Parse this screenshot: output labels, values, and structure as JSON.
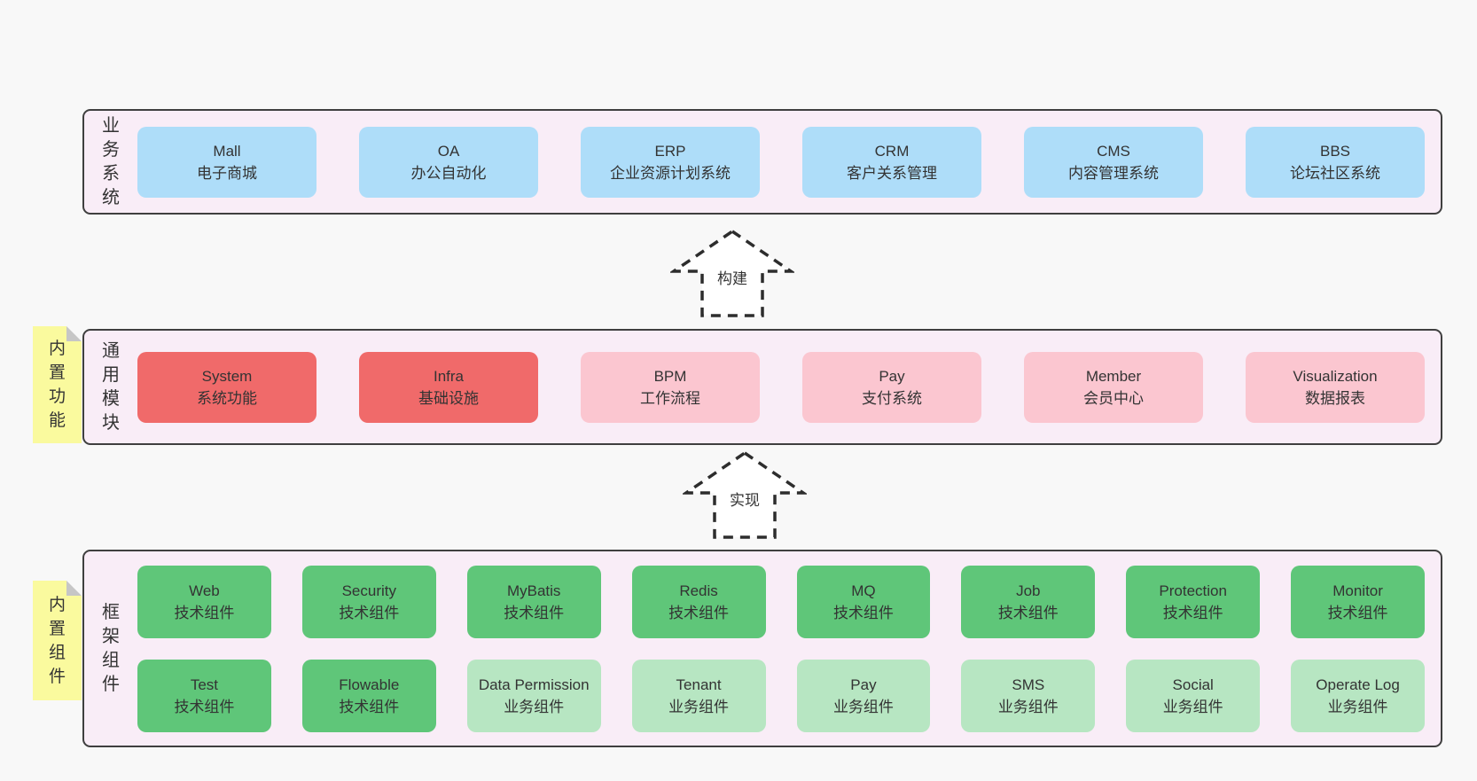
{
  "colors": {
    "page_bg": "#f8f8f8",
    "layer_bg": "#f9edf7",
    "layer_border": "#3f3f3f",
    "blue": "#aeddf9",
    "red": "#f06a6a",
    "pink": "#fbc6d0",
    "green": "#5fc679",
    "green_light": "#b7e6c2",
    "yellow": "#fafa9e",
    "fold": "#c6c6c6",
    "text": "#333333",
    "arrow_stroke": "#2d2d2d"
  },
  "arrows": {
    "build": "构建",
    "implement": "实现"
  },
  "layers": {
    "business": {
      "label": "业务系统",
      "boxes": [
        {
          "title": "Mall",
          "subtitle": "电子商城"
        },
        {
          "title": "OA",
          "subtitle": "办公自动化"
        },
        {
          "title": "ERP",
          "subtitle": "企业资源计划系统"
        },
        {
          "title": "CRM",
          "subtitle": "客户关系管理"
        },
        {
          "title": "CMS",
          "subtitle": "内容管理系统"
        },
        {
          "title": "BBS",
          "subtitle": "论坛社区系统"
        }
      ]
    },
    "modules": {
      "label": "通用模块",
      "sticky": "内置功能",
      "boxes": [
        {
          "title": "System",
          "subtitle": "系统功能",
          "color": "red"
        },
        {
          "title": "Infra",
          "subtitle": "基础设施",
          "color": "red"
        },
        {
          "title": "BPM",
          "subtitle": "工作流程",
          "color": "pink"
        },
        {
          "title": "Pay",
          "subtitle": "支付系统",
          "color": "pink"
        },
        {
          "title": "Member",
          "subtitle": "会员中心",
          "color": "pink"
        },
        {
          "title": "Visualization",
          "subtitle": "数据报表",
          "color": "pink"
        }
      ]
    },
    "framework": {
      "label": "框架组件",
      "sticky": "内置组件",
      "rows": [
        [
          {
            "title": "Web",
            "subtitle": "技术组件",
            "color": "green"
          },
          {
            "title": "Security",
            "subtitle": "技术组件",
            "color": "green"
          },
          {
            "title": "MyBatis",
            "subtitle": "技术组件",
            "color": "green"
          },
          {
            "title": "Redis",
            "subtitle": "技术组件",
            "color": "green"
          },
          {
            "title": "MQ",
            "subtitle": "技术组件",
            "color": "green"
          },
          {
            "title": "Job",
            "subtitle": "技术组件",
            "color": "green"
          },
          {
            "title": "Protection",
            "subtitle": "技术组件",
            "color": "green"
          },
          {
            "title": "Monitor",
            "subtitle": "技术组件",
            "color": "green"
          }
        ],
        [
          {
            "title": "Test",
            "subtitle": "技术组件",
            "color": "green"
          },
          {
            "title": "Flowable",
            "subtitle": "技术组件",
            "color": "green"
          },
          {
            "title": "Data Permission",
            "subtitle": "业务组件",
            "color": "green-light"
          },
          {
            "title": "Tenant",
            "subtitle": "业务组件",
            "color": "green-light"
          },
          {
            "title": "Pay",
            "subtitle": "业务组件",
            "color": "green-light"
          },
          {
            "title": "SMS",
            "subtitle": "业务组件",
            "color": "green-light"
          },
          {
            "title": "Social",
            "subtitle": "业务组件",
            "color": "green-light"
          },
          {
            "title": "Operate Log",
            "subtitle": "业务组件",
            "color": "green-light"
          }
        ]
      ]
    }
  }
}
